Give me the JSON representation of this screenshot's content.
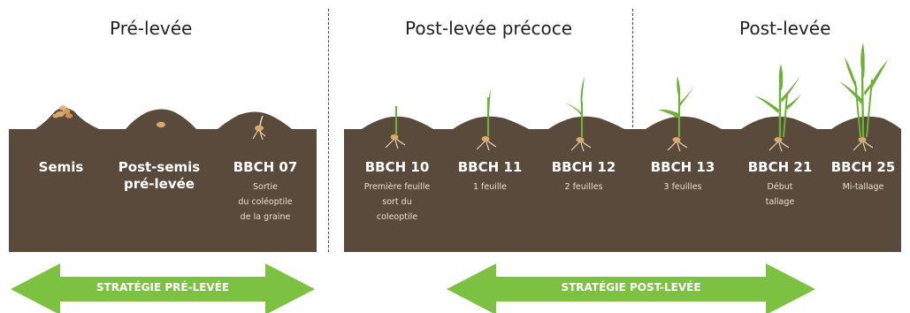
{
  "phases": [
    {
      "title": "Pré-levée"
    },
    {
      "title": "Post-levée précoce"
    },
    {
      "title": "Post-levée"
    }
  ],
  "stages": [
    {
      "name": "Semis",
      "desc": ""
    },
    {
      "name": "Post-semis\npré-levée",
      "desc": ""
    },
    {
      "name": "BBCH 07",
      "desc": "Sortie\ndu coléoptile\nde la graine"
    },
    {
      "name": "BBCH 10",
      "desc": "Première feuille\nsort du\ncoleoptile"
    },
    {
      "name": "BBCH 11",
      "desc": "1 feuille"
    },
    {
      "name": "BBCH 12",
      "desc": "2 feuilles"
    },
    {
      "name": "BBCH 13",
      "desc": "3 feuilles"
    },
    {
      "name": "BBCH 21",
      "desc": "Début\ntallage"
    },
    {
      "name": "BBCH 25",
      "desc": "Mi-tallage"
    }
  ],
  "strategies": [
    {
      "label": "STRATÉGIE PRÉ-LEVÉE"
    },
    {
      "label": "STRATÉGIE POST-LEVÉE"
    }
  ],
  "colors": {
    "soil": "#5a4a3c",
    "soil_text": "#ffffff",
    "desc_text": "#eadfcf",
    "arrow": "#7dc142",
    "plant": "#6fb03a",
    "seed": "#d9a86a",
    "root": "#e9d2b0"
  }
}
